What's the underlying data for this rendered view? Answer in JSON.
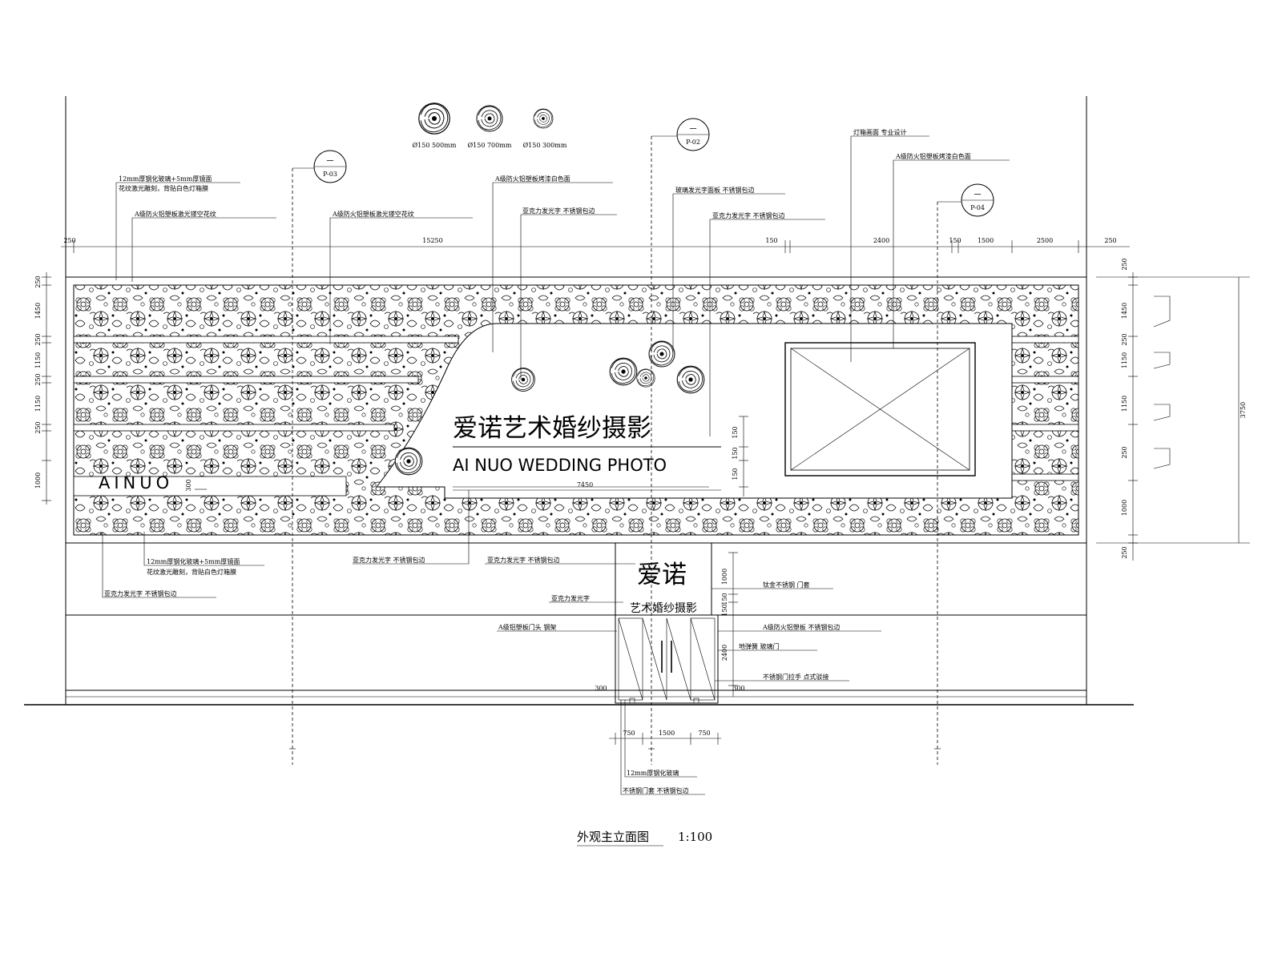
{
  "signage": {
    "chinese_title": "爱诺艺术婚纱摄影",
    "english_title": "AI NUO WEDDING PHOTO",
    "side_brand": "AINUO",
    "door_brand": "爱诺",
    "door_subtitle": "艺术婚纱摄影"
  },
  "caption": {
    "title": "外观主立面图",
    "scale": "1:100"
  },
  "section_markers": [
    {
      "top": "一",
      "bottom": "P-03"
    },
    {
      "top": "一",
      "bottom": "P-02"
    },
    {
      "top": "一",
      "bottom": "P-04"
    }
  ],
  "flower_legend": [
    "Ø150 500mm",
    "Ø150 700mm",
    "Ø150 300mm"
  ],
  "dimensions_top": [
    "250",
    "15250",
    "150",
    "2400",
    "150",
    "1500",
    "2500",
    "250"
  ],
  "dimensions_left": [
    "250",
    "1450",
    "250",
    "1150",
    "250",
    "1150",
    "250",
    "1000"
  ],
  "dimensions_right": [
    "250",
    "1450",
    "250",
    "1150",
    "3750",
    "1150",
    "250",
    "1000",
    "250"
  ],
  "dimensions_sign": [
    "150",
    "150",
    "150",
    "300",
    "7450"
  ],
  "dimensions_door": [
    "1000",
    "150",
    "150",
    "2400",
    "300",
    "300"
  ],
  "dimensions_bottom": [
    "750",
    "1500",
    "750"
  ],
  "callouts": {
    "top_left_1": "12mm厚钢化玻璃+5mm厚镜面",
    "top_left_2": "花纹激光雕刻，背贴白色灯箱膜",
    "top_left_3": "A级防火铝塑板激光镂空花纹",
    "top_mid_1": "A级防火铝塑板激光镂空花纹",
    "top_mid_2": "A级防火铝塑板烤漆白色面",
    "top_mid_3": "亚克力发光字 不锈钢包边",
    "top_center_1": "玻璃发光字面板 不锈钢包边",
    "top_center_2": "亚克力发光字 不锈钢包边",
    "top_right_1": "灯箱画面 专业设计",
    "top_right_2": "A级防火铝塑板烤漆白色面",
    "bottom_left_1": "12mm厚钢化玻璃+5mm厚镜面",
    "bottom_left_2": "花纹激光雕刻，背贴白色灯箱膜",
    "bottom_left_3": "亚克力发光字 不锈钢包边",
    "bottom_mid_1": "亚克力发光字 不锈钢包边",
    "bottom_mid_2": "亚克力发光字 不锈钢包边",
    "bottom_mid_3": "亚克力发光字",
    "bottom_mid_4": "A级铝塑板门头 钢架",
    "door_right_1": "钛金不锈钢 门套",
    "door_right_2": "A级防火铝塑板 不锈钢包边",
    "door_right_3": "地弹簧 玻璃门",
    "door_right_4": "不锈钢门拉手 点式驳接",
    "door_bottom_1": "12mm厚钢化玻璃",
    "door_bottom_2": "不锈钢门套 不锈钢包边"
  }
}
